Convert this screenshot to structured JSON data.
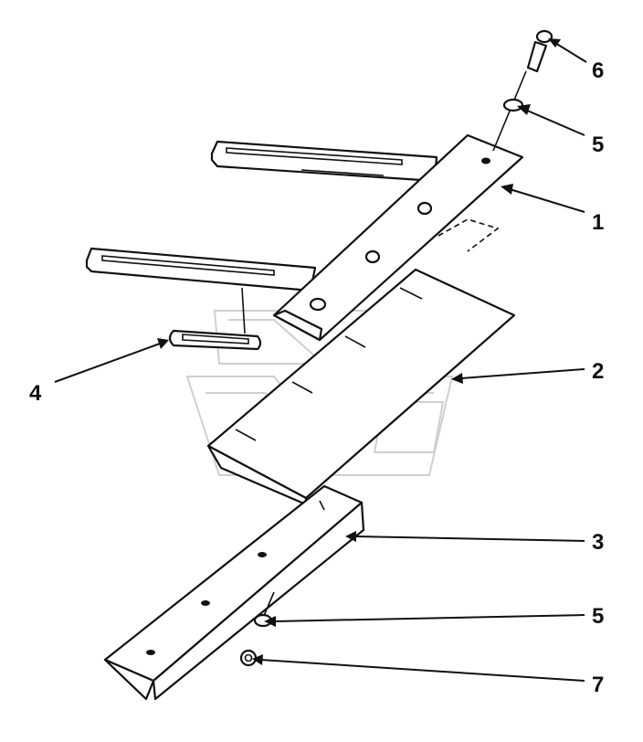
{
  "labels": {
    "c1": "1",
    "c2": "2",
    "c3": "3",
    "c4": "4",
    "c5a": "5",
    "c5b": "5",
    "c6": "6",
    "c7": "7"
  },
  "colors": {
    "line": "#111111",
    "watermark": "#cfcfcf",
    "background": "#ffffff"
  }
}
